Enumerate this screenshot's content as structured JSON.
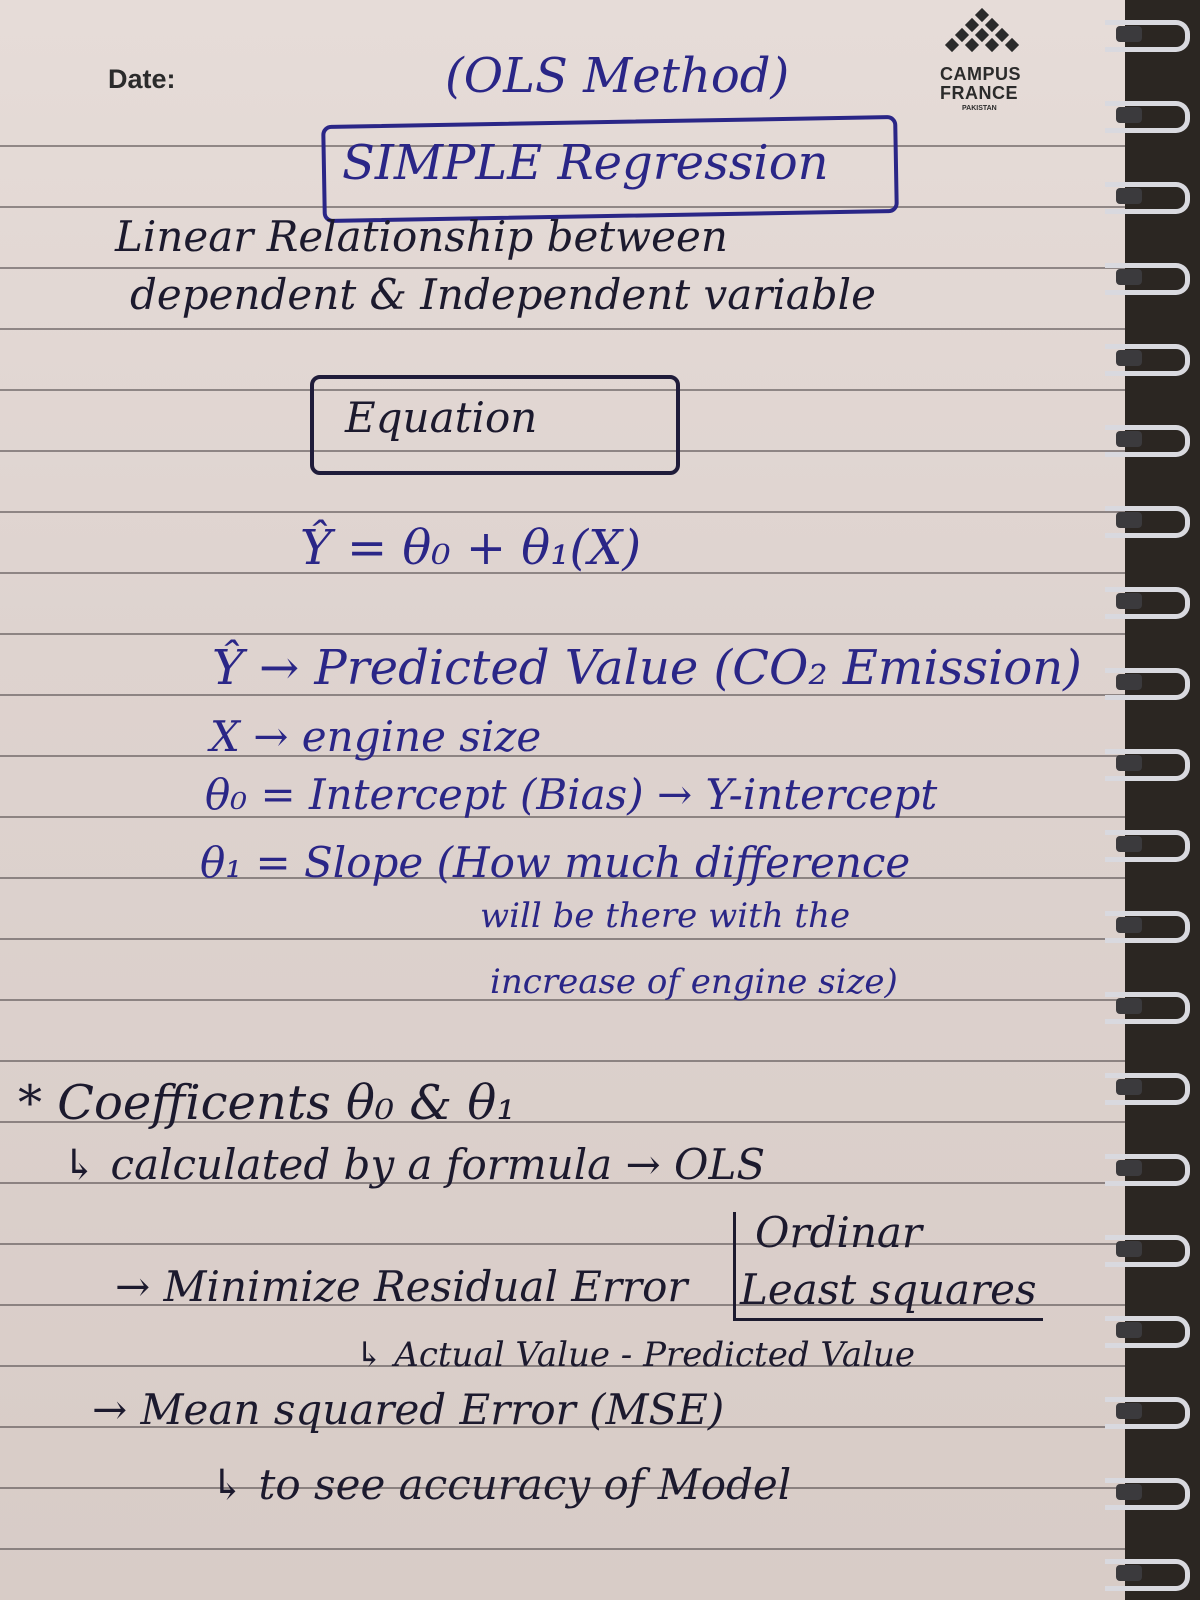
{
  "header": {
    "date_label": "Date:",
    "brand_line1": "CAMPUS",
    "brand_line2": "FRANCE",
    "brand_line3": "PAKISTAN"
  },
  "notes": {
    "title": "(OLS Method)",
    "heading": "SIMPLE Regression",
    "intro_line1": "Linear Relationship between",
    "intro_line2": "dependent & Independent variable",
    "equation_label": "Equation",
    "equation": "Ŷ = θ₀ + θ₁(X)",
    "def_y": "Ŷ → Predicted Value (CO₂ Emission)",
    "def_x": "X → engine size",
    "def_theta0": "θ₀ = Intercept (Bias) → Y-intercept",
    "def_theta1_line1": "θ₁ = Slope (How much difference",
    "def_theta1_line2": "will be there with the",
    "def_theta1_line3": "increase of engine size)",
    "coeff_line": "* Coefficents θ₀ & θ₁",
    "calc_line": "↳ calculated by a formula → OLS",
    "ols_line1": "Ordinar",
    "ols_line2": "Least squares",
    "minimize_line": "→ Minimize Residual Error",
    "residual_line": "↳ Actual Value - Predicted Value",
    "mse_line": "→ Mean squared Error (MSE)",
    "accuracy_line": "↳ to see accuracy of Model"
  }
}
